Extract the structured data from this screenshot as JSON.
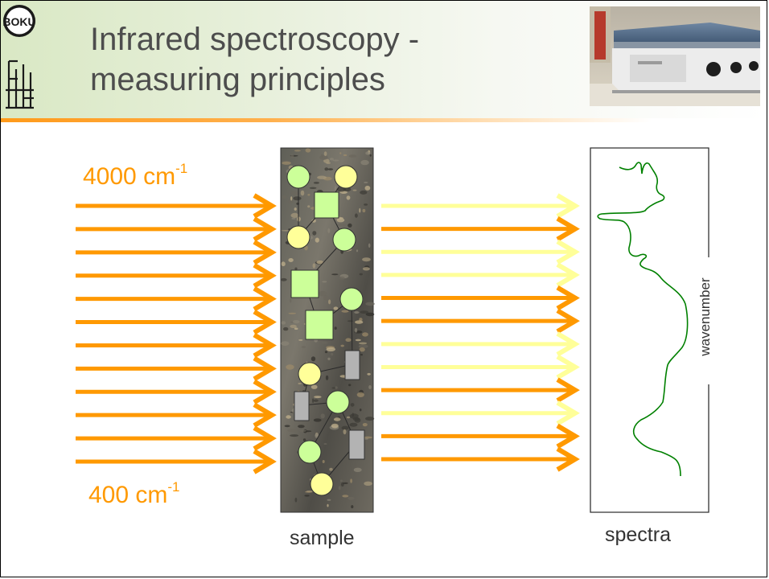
{
  "header": {
    "title_line1": "Infrared spectroscopy -",
    "title_line2": "measuring principles",
    "logo_text": "BOKU",
    "logo_icon": "boku-university-logo",
    "photo_icon": "ft-ir-spectrometer-photo"
  },
  "diagram": {
    "top_label": {
      "value": "4000 cm",
      "exponent": "-1"
    },
    "bottom_label": {
      "value": "400 cm",
      "exponent": "-1"
    },
    "sample_caption": "sample",
    "spectra_caption": "spectra",
    "spectra_axis_label": "wavenumber",
    "incoming_beam_count": 12,
    "outgoing_beams": [
      "light",
      "absorbed",
      "light",
      "light",
      "absorbed",
      "absorbed",
      "light",
      "light",
      "absorbed",
      "light",
      "absorbed",
      "absorbed"
    ],
    "colors": {
      "beam_incoming": "#ff9900",
      "beam_absorbed": "#ff9900",
      "beam_transmitted": "#ffff99",
      "spectrum_line": "#008000",
      "molecule_green": "#ccff99",
      "molecule_yellow": "#ffff99",
      "molecule_grey": "#b3b3b3",
      "label_orange": "#ff9900"
    }
  }
}
